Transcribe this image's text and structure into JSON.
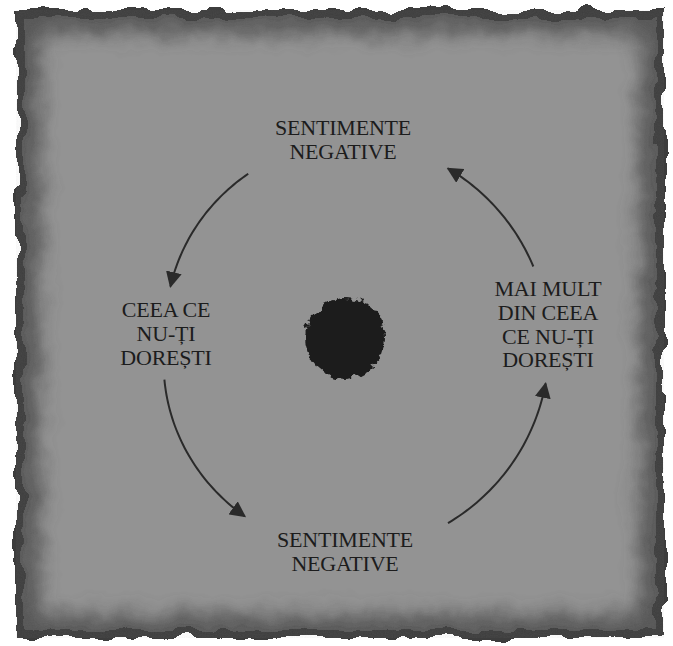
{
  "diagram": {
    "nodes": [
      {
        "text": [
          "SENTIMENTE NEGATIVE"
        ]
      },
      {
        "text": [
          "CEEA CE NU-ȚI DOREȘTI"
        ]
      },
      {
        "text": [
          "MAI MULT DIN CEEA CE NU-ȚI DOREȘTI"
        ]
      },
      {
        "text": [
          "SENTIMENTE NEGATIVE"
        ]
      }
    ],
    "edges": [
      {
        "from": 0,
        "to": 1,
        "arrow": "to"
      },
      {
        "from": 1,
        "to": 3,
        "arrow": "to"
      },
      {
        "from": 3,
        "to": 2,
        "arrow": "to"
      },
      {
        "from": 2,
        "to": 0,
        "arrow": "to"
      }
    ]
  }
}
